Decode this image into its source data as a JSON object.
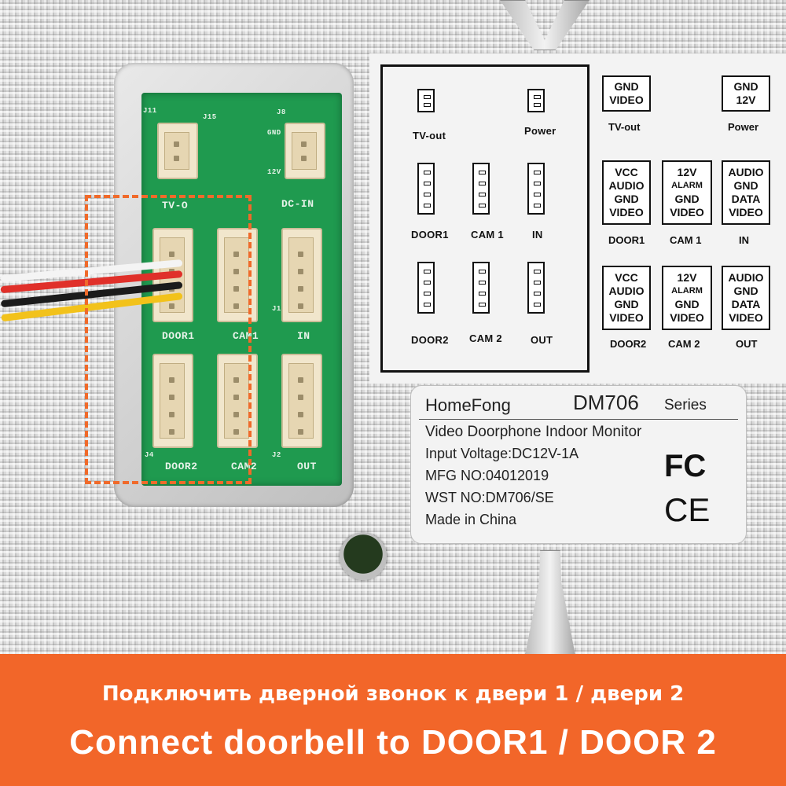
{
  "pcb": {
    "labels": {
      "tv_o": "TV-O",
      "dc_in": "DC-IN",
      "door1": "DOOR1",
      "cam1": "CAM1",
      "in": "IN",
      "door2": "DOOR2",
      "cam2": "CAM2",
      "out": "OUT",
      "gnd": "GND",
      "v12": "12V",
      "j11": "J11",
      "j15": "J15",
      "j8": "J8",
      "j1": "J1",
      "j2": "J2",
      "j4": "J4"
    }
  },
  "pin_diagram": {
    "tv_out": "TV-out",
    "power": "Power",
    "door1": "DOOR1",
    "cam1": "CAM 1",
    "in": "IN",
    "door2": "DOOR2",
    "cam2": "CAM 2",
    "out": "OUT"
  },
  "pin_assignments": {
    "tv_out": {
      "lines": [
        "GND",
        "VIDEO"
      ],
      "label": "TV-out"
    },
    "power": {
      "lines": [
        "GND",
        "12V"
      ],
      "label": "Power"
    },
    "door1": {
      "lines": [
        "VCC",
        "AUDIO",
        "GND",
        "VIDEO"
      ],
      "label": "DOOR1"
    },
    "cam1": {
      "lines": [
        "12V",
        "ALARM",
        "GND",
        "VIDEO"
      ],
      "label": "CAM 1"
    },
    "in": {
      "lines": [
        "AUDIO",
        "GND",
        "DATA",
        "VIDEO"
      ],
      "label": "IN"
    },
    "door2": {
      "lines": [
        "VCC",
        "AUDIO",
        "GND",
        "VIDEO"
      ],
      "label": "DOOR2"
    },
    "cam2": {
      "lines": [
        "12V",
        "ALARM",
        "GND",
        "VIDEO"
      ],
      "label": "CAM 2"
    },
    "out": {
      "lines": [
        "AUDIO",
        "GND",
        "DATA",
        "VIDEO"
      ],
      "label": "OUT"
    }
  },
  "product_label": {
    "brand": "HomeFong",
    "model": "DM706",
    "series": "Series",
    "description": "Video Doorphone Indoor Monitor",
    "input_voltage": "Input Voltage:DC12V-1A",
    "mfg_no": "MFG NO:04012019",
    "wst_no": "WST NO:DM706/SE",
    "origin": "Made in China",
    "fcc_mark": "FC",
    "ce_mark": "CE"
  },
  "banner": {
    "russian": "Подключить дверной звонок к двери 1 / двери 2",
    "english": "Connect doorbell to DOOR1 / DOOR 2",
    "color": "#f26629"
  },
  "colors": {
    "pcb": "#1f9a4f",
    "highlight": "#f06a2a"
  }
}
